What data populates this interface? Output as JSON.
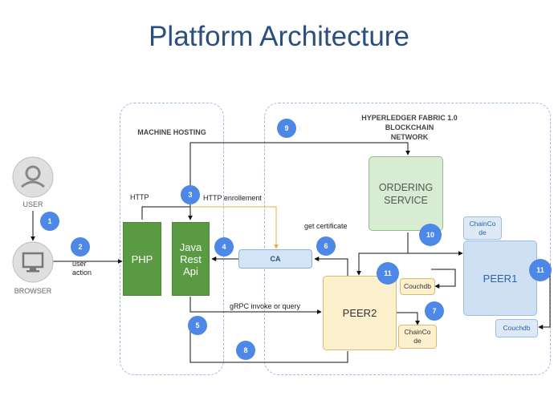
{
  "title": "Platform Architecture",
  "regions": {
    "machine_hosting": "MACHINE HOSTING",
    "fabric": [
      "HYPERLEDGER FABRIC 1.0",
      "BLOCKCHAIN",
      "NETWORK"
    ]
  },
  "actors": {
    "user": "USER",
    "browser": "BROWSER"
  },
  "components": {
    "php": "PHP",
    "java_api": [
      "Java",
      "Rest",
      "Api"
    ],
    "ca": "CA",
    "ordering": [
      "ORDERING",
      "SERVICE"
    ],
    "peer2": "PEER2",
    "peer2_couchdb": "Couchdb",
    "peer2_chaincode": [
      "ChainCo",
      "de"
    ],
    "peer1": "PEER1",
    "peer1_chaincode": [
      "ChainCo",
      "de"
    ],
    "peer1_couchdb": "Couchdb"
  },
  "edge_labels": {
    "http": "HTTP",
    "http_enrollment": "HTTP enrollement",
    "get_certificate": "get certificate",
    "user_action": [
      "user",
      "action"
    ],
    "grpc": "gRPC invoke or query"
  },
  "steps": [
    "1",
    "2",
    "3",
    "4",
    "5",
    "6",
    "7",
    "8",
    "9",
    "10",
    "11",
    "11"
  ],
  "colors": {
    "title": "#2b4f7e",
    "badge": "#4e88e6",
    "green": "#5a9a43",
    "enrollment_line": "#e0b34a",
    "region_border": "#9fbbe0"
  },
  "icons": {
    "user": "user-icon",
    "browser": "monitor-icon"
  }
}
